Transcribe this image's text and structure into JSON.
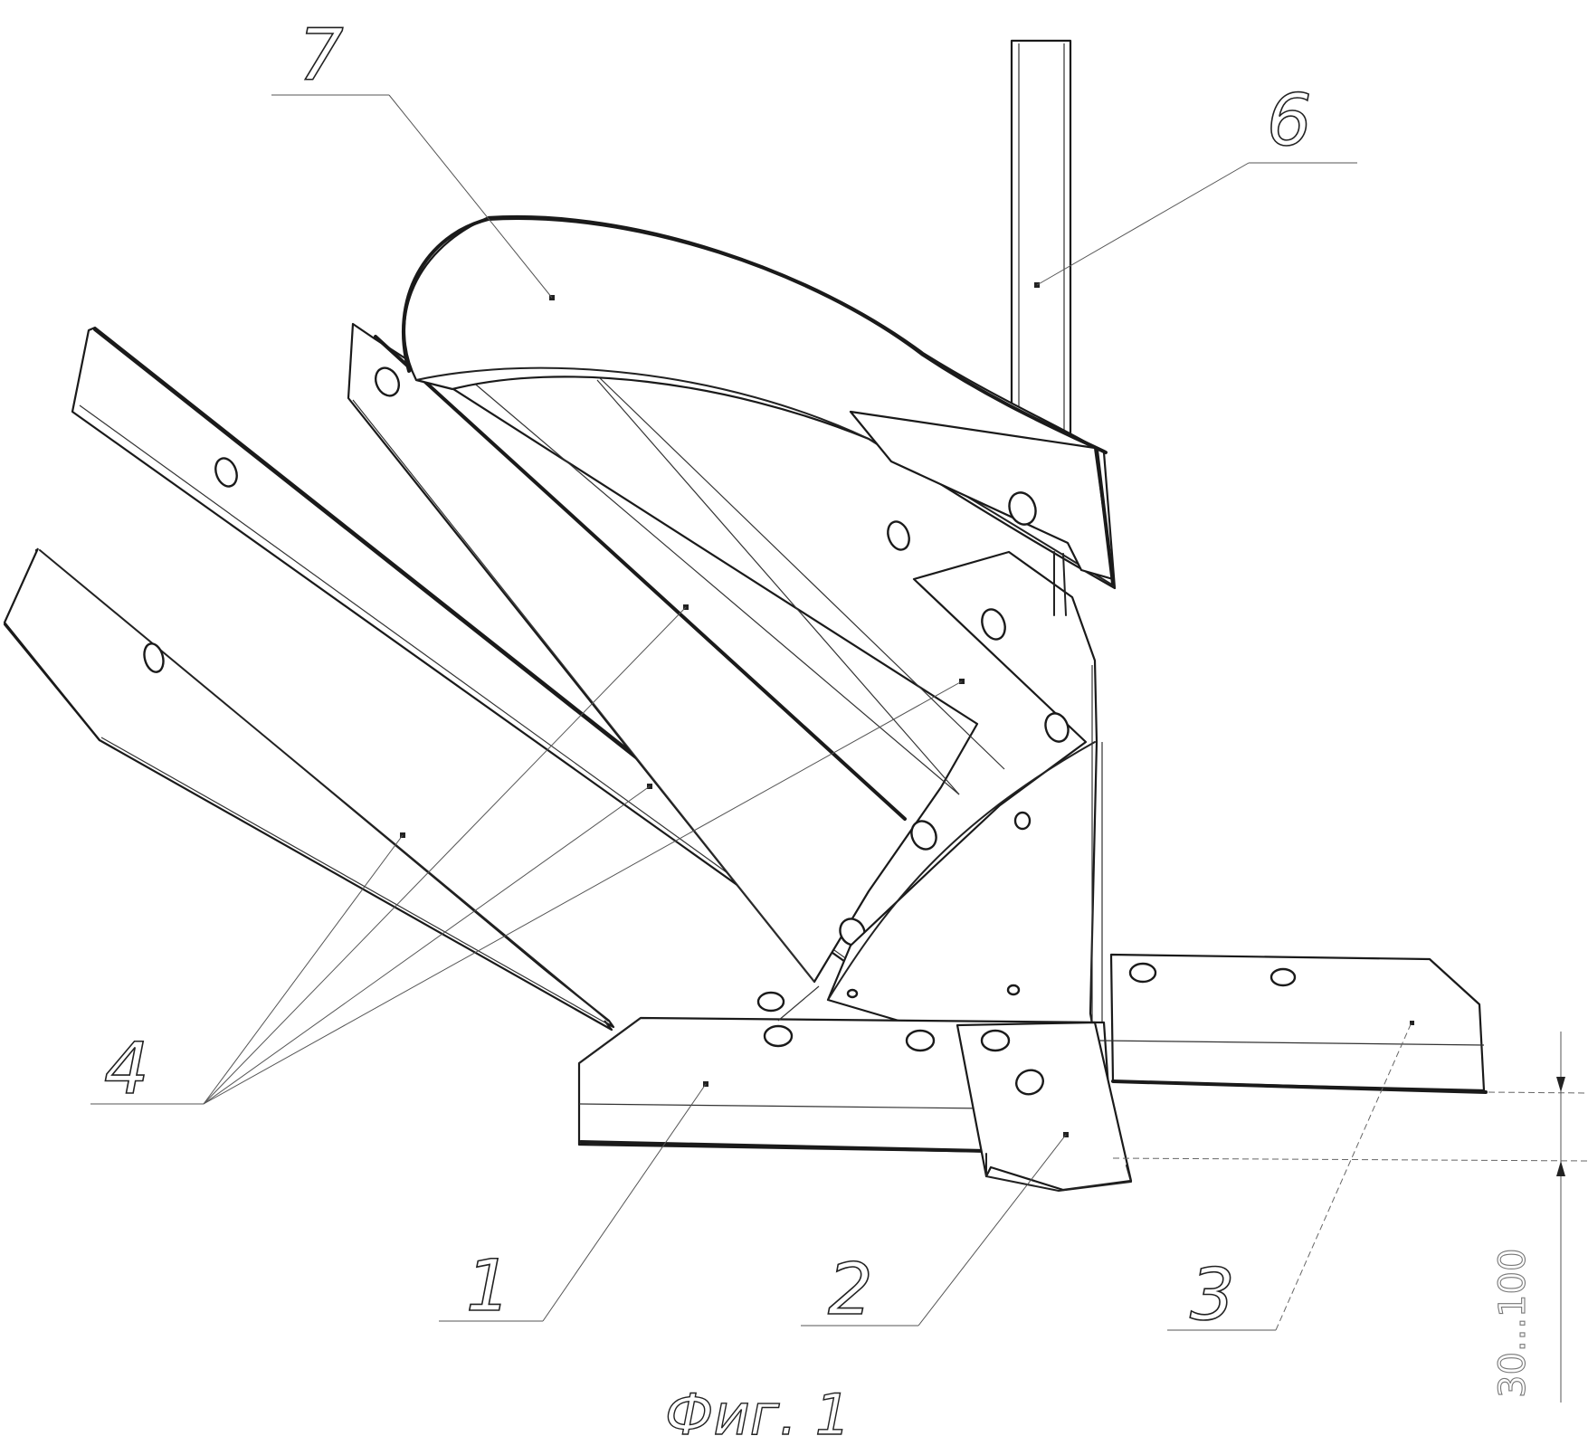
{
  "figure": {
    "caption": "Фиг. 1",
    "dimension": "30...100"
  },
  "labels": [
    {
      "id": "1",
      "text": "1"
    },
    {
      "id": "2",
      "text": "2"
    },
    {
      "id": "3",
      "text": "3"
    },
    {
      "id": "4",
      "text": "4"
    },
    {
      "id": "6",
      "text": "6"
    },
    {
      "id": "7",
      "text": "7"
    }
  ]
}
